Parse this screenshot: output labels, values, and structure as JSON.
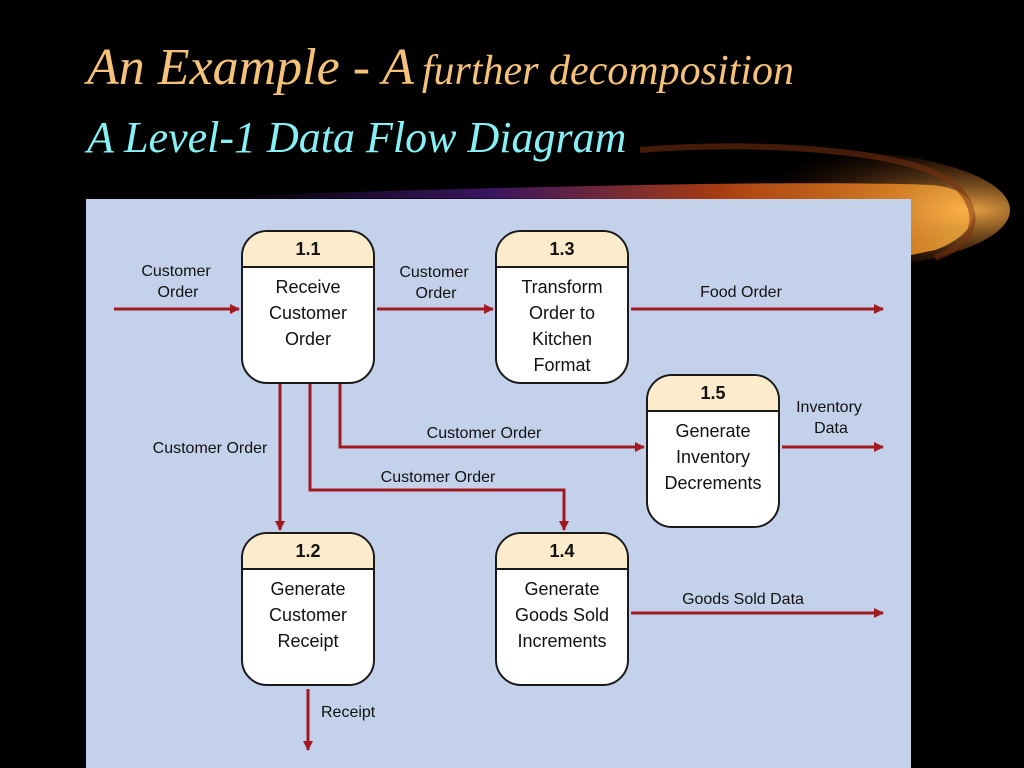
{
  "slide": {
    "title_main": "An Example - A",
    "title_small": "further decomposition",
    "subtitle": "A Level-1 Data Flow Diagram"
  },
  "processes": [
    {
      "id": "1.1",
      "name": "Receive Customer Order"
    },
    {
      "id": "1.2",
      "name": "Generate Customer Receipt"
    },
    {
      "id": "1.3",
      "name": "Transform Order to Kitchen Format"
    },
    {
      "id": "1.4",
      "name": "Generate Goods Sold Increments"
    },
    {
      "id": "1.5",
      "name": "Generate Inventory Decrements"
    }
  ],
  "flows": {
    "in_customer_order_l1": "Customer",
    "in_customer_order_l2": "Order",
    "to_13_l1": "Customer",
    "to_13_l2": "Order",
    "to_12": "Customer Order",
    "to_15": "Customer Order",
    "to_14": "Customer Order",
    "food_order": "Food Order",
    "inventory_data_l1": "Inventory",
    "inventory_data_l2": "Data",
    "goods_sold_data": "Goods Sold Data",
    "receipt": "Receipt"
  },
  "colors": {
    "flow": "#a11a22",
    "panel": "#c4d1eb",
    "process_header": "#fdeccb"
  }
}
